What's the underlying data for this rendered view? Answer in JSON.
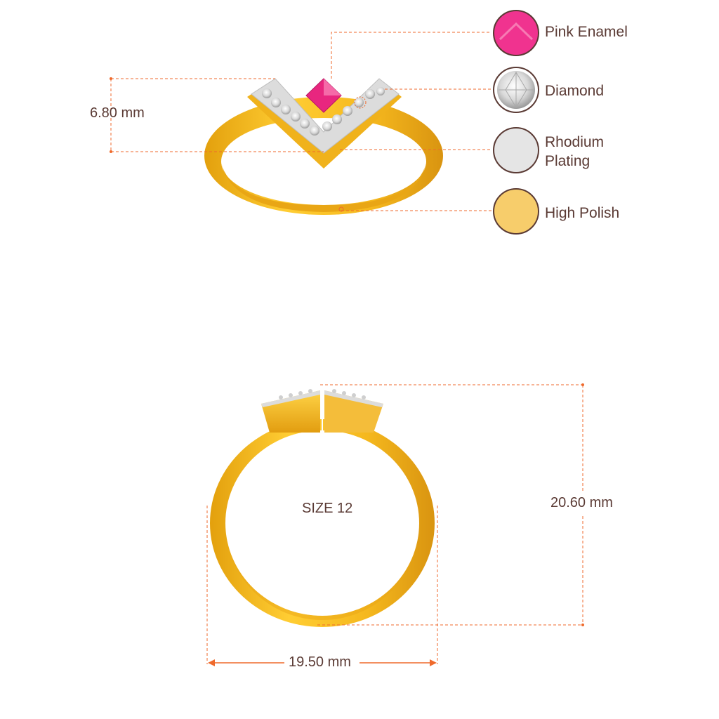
{
  "dimensions": {
    "height_top": "6.80 mm",
    "ring_height": "20.60 mm",
    "ring_width": "19.50 mm",
    "size": "SIZE 12"
  },
  "legend": [
    {
      "label": "Pink Enamel",
      "swatch": "pink-enamel",
      "color": "#f0338f"
    },
    {
      "label": "Diamond",
      "swatch": "diamond",
      "color": "#e8e8e8"
    },
    {
      "label": "Rhodium Plating",
      "swatch": "rhodium",
      "color": "#e5e5e5",
      "lines": [
        "Rhodium",
        "Plating"
      ]
    },
    {
      "label": "High Polish",
      "swatch": "gold",
      "color": "#f7cd6b"
    }
  ],
  "colors": {
    "dimension_line": "#ef6a2c",
    "gold": "#f2b51f",
    "gold_dark": "#d9970e",
    "gold_light": "#ffd85a",
    "rhodium": "#d6d6d6",
    "enamel": "#e8267f",
    "swatch_border": "#5a3a34",
    "text": "#5a3a34"
  }
}
